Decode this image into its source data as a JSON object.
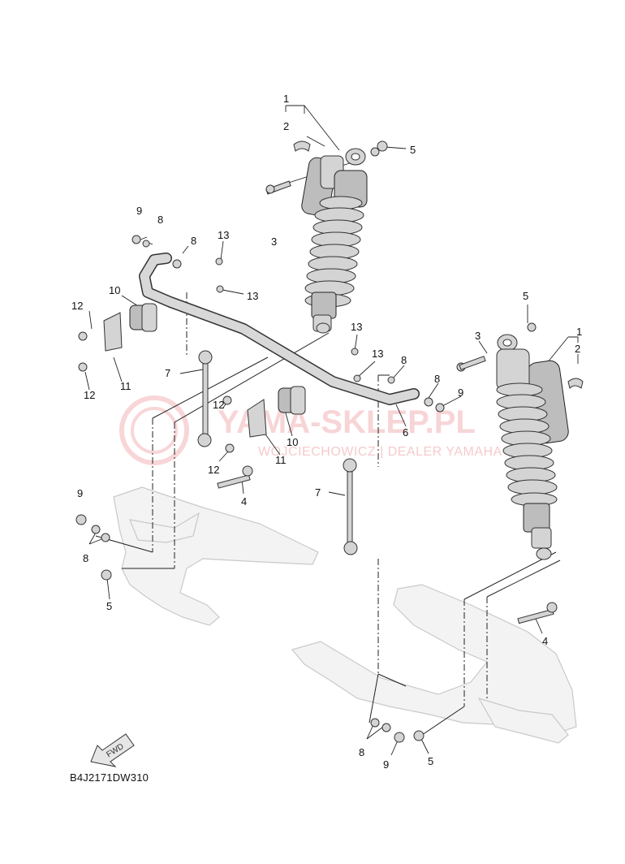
{
  "diagram": {
    "drawing_code": "B4J2171DW310",
    "watermark": {
      "main": "YAMA-SKLEP.PL",
      "sub": "WOJCIECHOWICZ | DEALER YAMAHA"
    },
    "fwd_label": "FWD",
    "callouts": {
      "c1a": "1",
      "c2a": "2",
      "c5a": "5",
      "c3a": "3",
      "c9a": "9",
      "c8a": "8",
      "c8b": "8",
      "c13a": "13",
      "c13b": "13",
      "c10a": "10",
      "c12a": "12",
      "c11a": "11",
      "c12b": "12",
      "c7a": "7",
      "c13c": "13",
      "c13d": "13",
      "c8c": "8",
      "c8d": "8",
      "c9b": "9",
      "c6a": "6",
      "c10b": "10",
      "c11b": "11",
      "c12c": "12",
      "c12d": "12",
      "c4a": "4",
      "c9c": "9",
      "c8e": "8",
      "c5b": "5",
      "c7b": "7",
      "c5c": "5",
      "c3b": "3",
      "c1b": "1",
      "c2b": "2",
      "c4b": "4",
      "c8f": "8",
      "c9d": "9",
      "c5d": "5"
    }
  }
}
